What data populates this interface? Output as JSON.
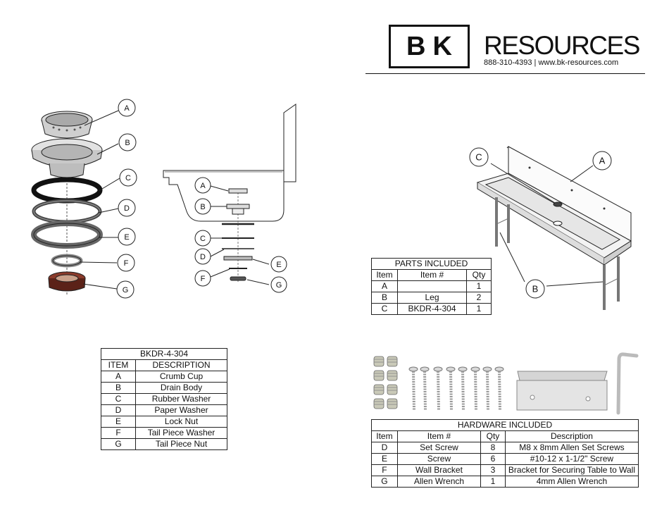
{
  "brand": {
    "mark": "BK",
    "name": "RESOURCES",
    "contact": "888-310-4393 | www.bk-resources.com"
  },
  "drain_exploded": {
    "callouts": [
      "A",
      "B",
      "C",
      "D",
      "E",
      "F",
      "G"
    ]
  },
  "sink_section": {
    "callouts": [
      "A",
      "B",
      "C",
      "D",
      "E",
      "F",
      "G"
    ]
  },
  "table_diagram": {
    "callouts": [
      "C",
      "A",
      "B"
    ]
  },
  "drain_parts_table": {
    "title": "BKDR-4-304",
    "headers": [
      "ITEM",
      "DESCRIPTION"
    ],
    "rows": [
      [
        "A",
        "Crumb Cup"
      ],
      [
        "B",
        "Drain Body"
      ],
      [
        "C",
        "Rubber Washer"
      ],
      [
        "D",
        "Paper Washer"
      ],
      [
        "E",
        "Lock Nut"
      ],
      [
        "F",
        "Tail Piece Washer"
      ],
      [
        "G",
        "Tail Piece Nut"
      ]
    ]
  },
  "parts_included_table": {
    "title": "PARTS INCLUDED",
    "headers": [
      "Item",
      "Item #",
      "Qty"
    ],
    "rows": [
      [
        "A",
        "",
        "1"
      ],
      [
        "B",
        "Leg",
        "2"
      ],
      [
        "C",
        "BKDR-4-304",
        "1"
      ]
    ]
  },
  "hardware_included_table": {
    "title": "HARDWARE INCLUDED",
    "headers": [
      "Item",
      "Item #",
      "Qty",
      "Description"
    ],
    "rows": [
      [
        "D",
        "Set Screw",
        "8",
        "M8 x 8mm Allen Set Screws"
      ],
      [
        "E",
        "Screw",
        "6",
        "#10-12 x 1-1/2\" Screw"
      ],
      [
        "F",
        "Wall Bracket",
        "3",
        "Bracket for Securing Table to Wall"
      ],
      [
        "G",
        "Allen Wrench",
        "1",
        "4mm Allen Wrench"
      ]
    ]
  }
}
